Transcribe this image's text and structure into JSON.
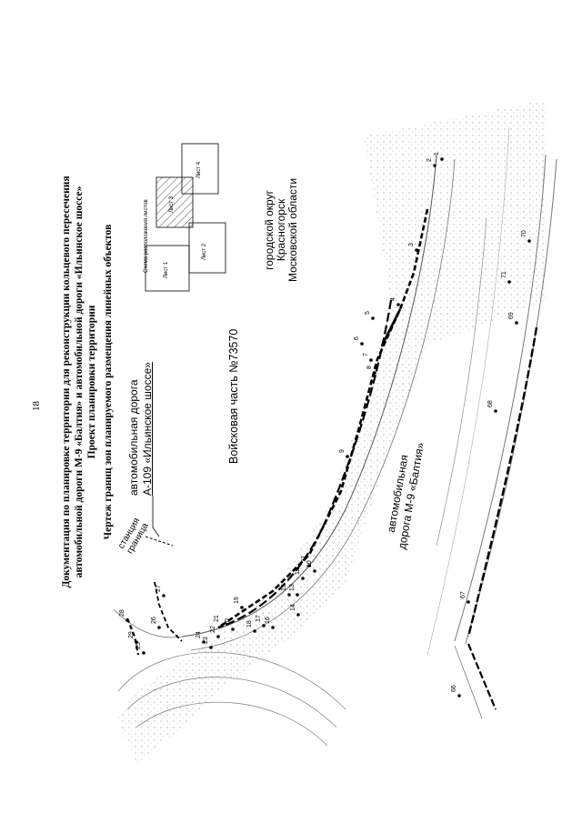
{
  "page_number": "18",
  "title_lines": [
    "Документация по планировке территории для реконструкции кольцевого пересечения",
    "автомобильной дороги М-9 «Балтия» и автомобильной дороги «Ильинское шоссе»",
    "Проект планировки территории",
    "Чертеж границ зон планируемого размещения линейных объектов"
  ],
  "scheme": {
    "title": "Схема расположения листов",
    "sheets": [
      "Лист 1",
      "Лист 2",
      "Лист 3",
      "Лист 4"
    ]
  },
  "labels": {
    "district_line1": "городской округ",
    "district_line2": "Красногорск",
    "district_line3": "Московской области",
    "unit": "Войсковая часть №73570",
    "road_a109_line1": "автомобильная дорога",
    "road_a109_line2": "А-109 «Ильинское шоссе»",
    "road_m9_line1": "автомобильная",
    "road_m9_line2": "дорога М-9 «Балтия»",
    "station": "станция",
    "boundary": "граница"
  },
  "point_numbers": [
    "1",
    "2",
    "3",
    "4",
    "5",
    "6",
    "7",
    "8",
    "9",
    "10",
    "11",
    "12",
    "13",
    "14",
    "15",
    "16",
    "17",
    "18",
    "19",
    "20",
    "21",
    "22",
    "23",
    "24",
    "25",
    "26",
    "27",
    "28",
    "29",
    "66",
    "67",
    "68",
    "69",
    "70",
    "71"
  ],
  "colors": {
    "ink": "#000000",
    "line_grey": "#8a8a8a",
    "hatch": "#555555"
  }
}
